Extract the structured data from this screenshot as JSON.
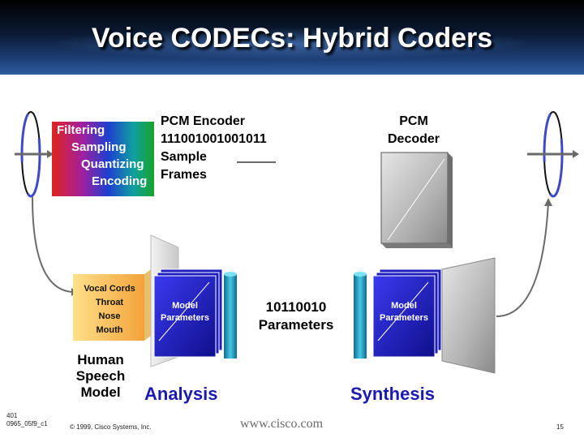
{
  "title": "Voice CODECs: Hybrid Coders",
  "pcm_stages": [
    "Filtering",
    "Sampling",
    "Quantizing",
    "Encoding"
  ],
  "pcm_encoder": [
    "PCM Encoder",
    "111001001001011",
    "Sample",
    "Frames"
  ],
  "pcm_decoder": [
    "PCM",
    "Decoder"
  ],
  "vocal_tract": [
    "Vocal Cords",
    "Throat",
    "Nose",
    "Mouth"
  ],
  "human_speech_model": [
    "Human",
    "Speech",
    "Model"
  ],
  "analysis_params": [
    "Model",
    "Parameters"
  ],
  "bitstream": [
    "10110010",
    "Parameters"
  ],
  "synthesis_params": [
    "Model",
    "Parameters"
  ],
  "analysis_label": "Analysis",
  "synthesis_label": "Synthesis",
  "footer": {
    "code_1": "401",
    "code_2": "0965_05f9_c1",
    "copyright": "© 1999, Cisco Systems, Inc.",
    "website": "www.cisco.com",
    "page": "15"
  },
  "colors": {
    "header": "#0b1a33",
    "accent_blue": "#1a1ab3",
    "panel": "#1d1dc0"
  }
}
